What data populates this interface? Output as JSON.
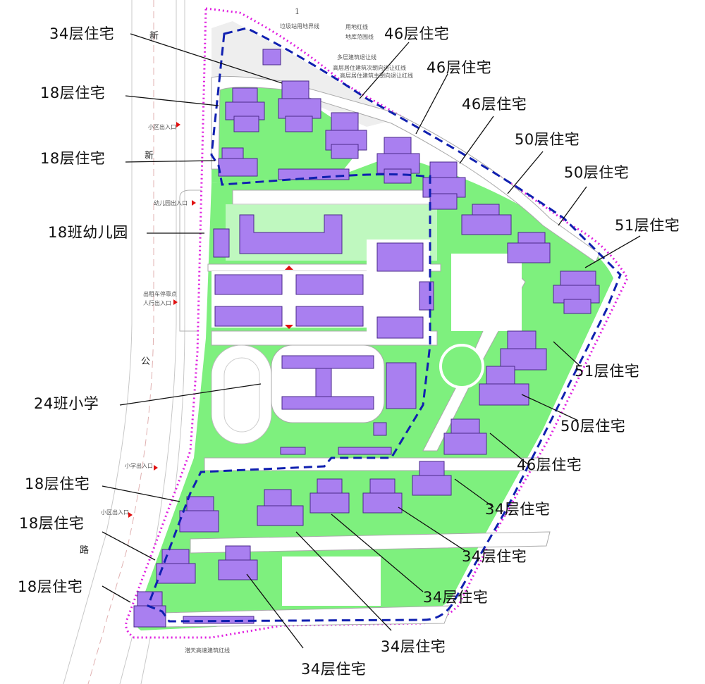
{
  "colors": {
    "green_space": "#7ef07e",
    "building": "#a97ff0",
    "building_outline": "#4a2a8a",
    "land_boundary_magenta": "#e020e0",
    "basement_boundary_blue": "#1020b0",
    "entrance_marker": "#e01010",
    "road_lines": "#b0b0b0"
  },
  "road_name": {
    "chars": [
      "新",
      "新",
      "公",
      "路"
    ]
  },
  "map_notes": {
    "section_mark": "1",
    "legend_1": "垃圾站用地界线",
    "legend_2": "用地红线",
    "legend_3": "地库范围线",
    "legend_4": "多层建筑退让线",
    "legend_5": "高层居住建筑次朝向退让红线",
    "legend_6": "高层居住建筑主朝向退让红线",
    "expressway_line": "潜天高速建筑红线"
  },
  "entrances": [
    {
      "label": "小区出入口"
    },
    {
      "label": "幼儿园出入口"
    },
    {
      "label": "出租车停靠点"
    },
    {
      "label": "人行出入口"
    },
    {
      "label": "小学出入口"
    },
    {
      "label": "小区出入口"
    }
  ],
  "callouts": [
    {
      "label": "34层住宅"
    },
    {
      "label": "18层住宅"
    },
    {
      "label": "18层住宅"
    },
    {
      "label": "18班幼儿园"
    },
    {
      "label": "24班小学"
    },
    {
      "label": "18层住宅"
    },
    {
      "label": "18层住宅"
    },
    {
      "label": "18层住宅"
    },
    {
      "label": "46层住宅"
    },
    {
      "label": "46层住宅"
    },
    {
      "label": "46层住宅"
    },
    {
      "label": "50层住宅"
    },
    {
      "label": "50层住宅"
    },
    {
      "label": "51层住宅"
    },
    {
      "label": "51层住宅"
    },
    {
      "label": "50层住宅"
    },
    {
      "label": "46层住宅"
    },
    {
      "label": "34层住宅"
    },
    {
      "label": "34层住宅"
    },
    {
      "label": "34层住宅"
    },
    {
      "label": "34层住宅"
    },
    {
      "label": "34层住宅"
    }
  ]
}
